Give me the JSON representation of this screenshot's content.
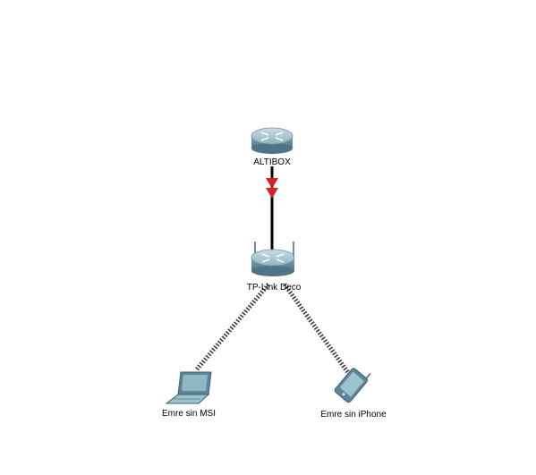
{
  "nodes": [
    {
      "id": "altbox",
      "label": "ALTIBOX",
      "kind": "router"
    },
    {
      "id": "tplink",
      "label": "TP-Link Deco",
      "kind": "wireless-router"
    },
    {
      "id": "msi",
      "label": "Emre sin MSI",
      "kind": "laptop"
    },
    {
      "id": "iphone",
      "label": "Emre sin iPhone",
      "kind": "smartphone"
    }
  ],
  "links": [
    {
      "from": "altbox",
      "to": "tplink",
      "type": "wired",
      "color": "#000000",
      "status_color": "#d2232a"
    },
    {
      "from": "tplink",
      "to": "msi",
      "type": "wireless"
    },
    {
      "from": "tplink",
      "to": "iphone",
      "type": "wireless"
    }
  ],
  "colors": {
    "device_body": "#7fa9b8",
    "device_dark": "#4d7686",
    "link_status": "#d2232a"
  }
}
